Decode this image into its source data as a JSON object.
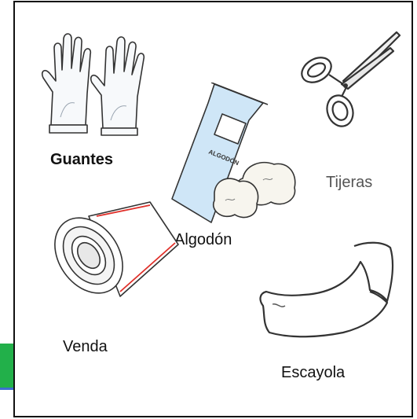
{
  "items": {
    "gloves": {
      "label": "Guantes",
      "icon": "gloves-icon"
    },
    "scissors": {
      "label": "Tijeras",
      "icon": "scissors-icon"
    },
    "cotton": {
      "label": "Algodón",
      "package_text": "ALGODÓN",
      "icon": "cotton-icon"
    },
    "bandage": {
      "label": "Venda",
      "icon": "bandage-roll-icon"
    },
    "cast": {
      "label": "Escayola",
      "icon": "plaster-cast-icon"
    }
  },
  "colors": {
    "frame": "#111111",
    "green_tab": "#22b04a",
    "cotton_package": "#cfe6f7",
    "bandage_stripe": "#e0302a"
  }
}
